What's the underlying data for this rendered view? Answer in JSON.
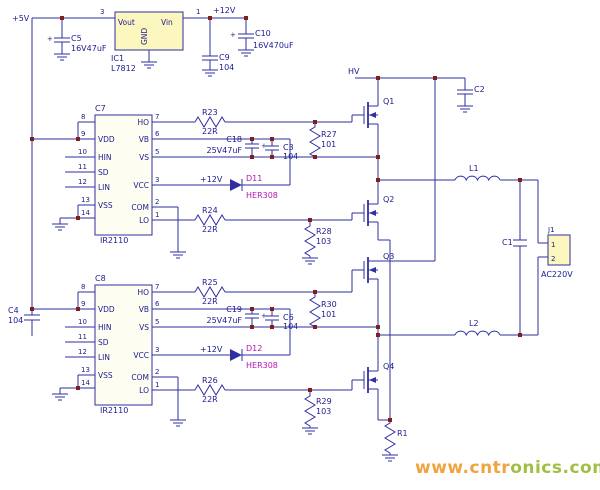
{
  "nets": {
    "v5": "+5V",
    "v12": "+12V",
    "hv": "HV"
  },
  "symbols": {
    "plus": "+"
  },
  "regulator": {
    "designator": "IC1",
    "part": "L7812",
    "vout": "Vout",
    "vin": "Vin",
    "gnd": "GND",
    "pin_in": "3",
    "pin_out": "1"
  },
  "driver1": {
    "designator": "C7",
    "part": "IR2110",
    "pins_left": [
      {
        "num": "8",
        "name": ""
      },
      {
        "num": "9",
        "name": "VDD"
      },
      {
        "num": "10",
        "name": "HIN"
      },
      {
        "num": "11",
        "name": "SD"
      },
      {
        "num": "12",
        "name": "LIN"
      },
      {
        "num": "13",
        "name": "VSS"
      },
      {
        "num": "14",
        "name": ""
      }
    ],
    "pins_right": [
      {
        "num": "7",
        "name": "HO"
      },
      {
        "num": "6",
        "name": "VB"
      },
      {
        "num": "5",
        "name": "VS"
      },
      {
        "num": "3",
        "name": "VCC"
      },
      {
        "num": "2",
        "name": "COM"
      },
      {
        "num": "1",
        "name": "LO"
      }
    ]
  },
  "driver2": {
    "designator": "C8",
    "part": "IR2110",
    "pins_left": [
      {
        "num": "8",
        "name": ""
      },
      {
        "num": "9",
        "name": "VDD"
      },
      {
        "num": "10",
        "name": "HIN"
      },
      {
        "num": "11",
        "name": "SD"
      },
      {
        "num": "12",
        "name": "LIN"
      },
      {
        "num": "13",
        "name": "VSS"
      },
      {
        "num": "14",
        "name": ""
      }
    ],
    "pins_right": [
      {
        "num": "7",
        "name": "HO"
      },
      {
        "num": "6",
        "name": "VB"
      },
      {
        "num": "5",
        "name": "VS"
      },
      {
        "num": "3",
        "name": "VCC"
      },
      {
        "num": "2",
        "name": "COM"
      },
      {
        "num": "1",
        "name": "LO"
      }
    ]
  },
  "components": {
    "c5": {
      "ref": "C5",
      "value": "16V47uF"
    },
    "c9": {
      "ref": "C9",
      "value": "104"
    },
    "c10": {
      "ref": "C10",
      "value": "16V470uF"
    },
    "c4": {
      "ref": "C4",
      "value": "104"
    },
    "c18": {
      "ref": "C18",
      "value": "25V47uF"
    },
    "c3": {
      "ref": "C3",
      "value": "104"
    },
    "c19": {
      "ref": "C19",
      "value": "25V47uF"
    },
    "c6": {
      "ref": "C6",
      "value": "104"
    },
    "c2": {
      "ref": "C2"
    },
    "c1": {
      "ref": "C1"
    },
    "r23": {
      "ref": "R23",
      "value": "22R"
    },
    "r24": {
      "ref": "R24",
      "value": "22R"
    },
    "r25": {
      "ref": "R25",
      "value": "22R"
    },
    "r26": {
      "ref": "R26",
      "value": "22R"
    },
    "r27": {
      "ref": "R27",
      "value": "101"
    },
    "r28": {
      "ref": "R28",
      "value": "103"
    },
    "r29": {
      "ref": "R29",
      "value": "103"
    },
    "r30": {
      "ref": "R30",
      "value": "101"
    },
    "r1": {
      "ref": "R1"
    },
    "d11": {
      "ref": "D11",
      "value": "HER308"
    },
    "d12": {
      "ref": "D12",
      "value": "HER308"
    },
    "q1": {
      "ref": "Q1"
    },
    "q2": {
      "ref": "Q2"
    },
    "q3": {
      "ref": "Q3"
    },
    "q4": {
      "ref": "Q4"
    },
    "l1": {
      "ref": "L1"
    },
    "l2": {
      "ref": "L2"
    }
  },
  "connector": {
    "designator": "J1",
    "pin1": "1",
    "pin2": "2",
    "label": "AC220V"
  },
  "watermark": {
    "part1": "www.cntr",
    "part2": "onics.com"
  }
}
